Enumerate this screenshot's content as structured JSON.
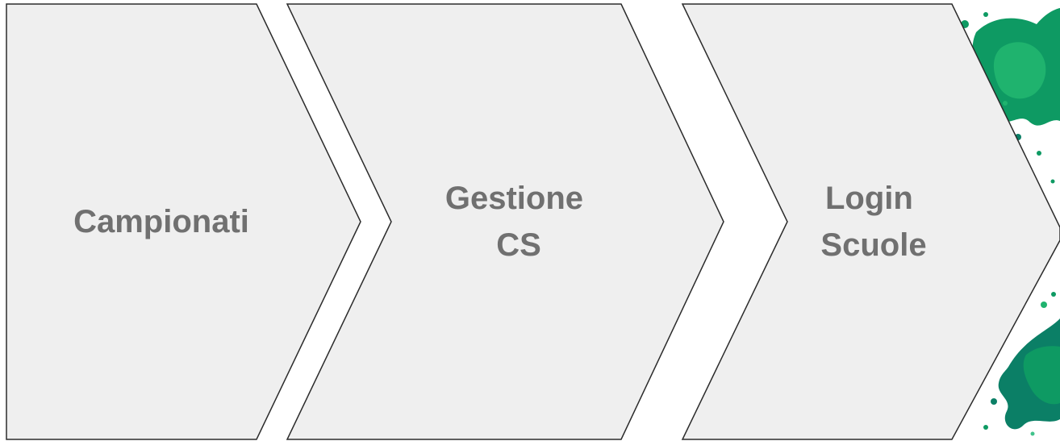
{
  "steps": [
    {
      "label_lines": [
        "Campionati"
      ]
    },
    {
      "label_lines": [
        "Gestione",
        "CS"
      ]
    },
    {
      "label_lines": [
        "Login",
        "Scuole"
      ]
    },
    {
      "label_lines": []
    }
  ],
  "colors": {
    "chevron_fill": "#efefef",
    "chevron_stroke": "#2b2b2b",
    "label": "#707070",
    "splash_primary": "#0e9a63",
    "splash_secondary": "#1fb36e"
  },
  "decorations": {
    "top_right": "green-paint-splash",
    "bottom_right": "green-paint-splash"
  }
}
